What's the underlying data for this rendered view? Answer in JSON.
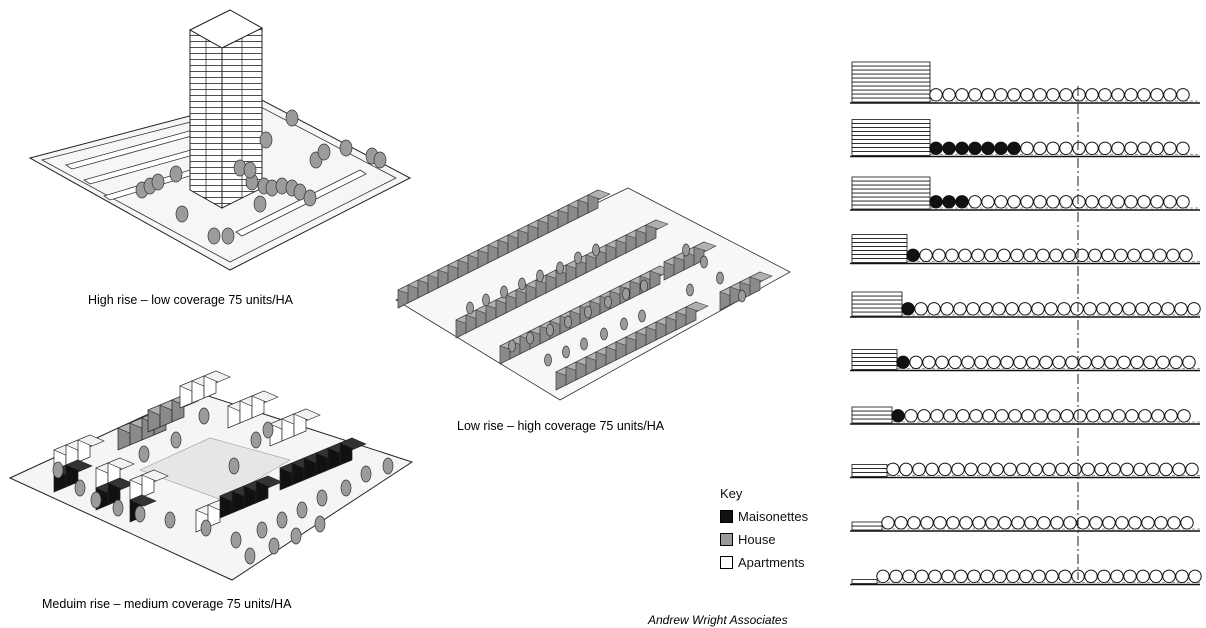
{
  "captions": {
    "high_rise": "High rise – low coverage 75 units/HA",
    "low_rise": "Low rise – high coverage 75 units/HA",
    "medium_rise": "Meduim rise – medium coverage 75 units/HA"
  },
  "credit": "Andrew Wright Associates",
  "key": {
    "title": "Key",
    "items": [
      {
        "label": "Maisonettes",
        "color": "#111111"
      },
      {
        "label": "House",
        "color": "#9a9a9a"
      },
      {
        "label": "Apartments",
        "color": "#ffffff"
      }
    ]
  },
  "panels": [
    {
      "apartment_floors": 10,
      "maisonettes": 0
    },
    {
      "apartment_floors": 9,
      "maisonettes": 7
    },
    {
      "apartment_floors": 8,
      "maisonettes": 3
    },
    {
      "apartment_floors": 7,
      "maisonettes": 1
    },
    {
      "apartment_floors": 6,
      "maisonettes": 1
    },
    {
      "apartment_floors": 5,
      "maisonettes": 1
    },
    {
      "apartment_floors": 4,
      "maisonettes": 1
    },
    {
      "apartment_floors": 3,
      "maisonettes": 0
    },
    {
      "apartment_floors": 2,
      "maisonettes": 0
    },
    {
      "apartment_floors": 1,
      "maisonettes": 0
    }
  ]
}
